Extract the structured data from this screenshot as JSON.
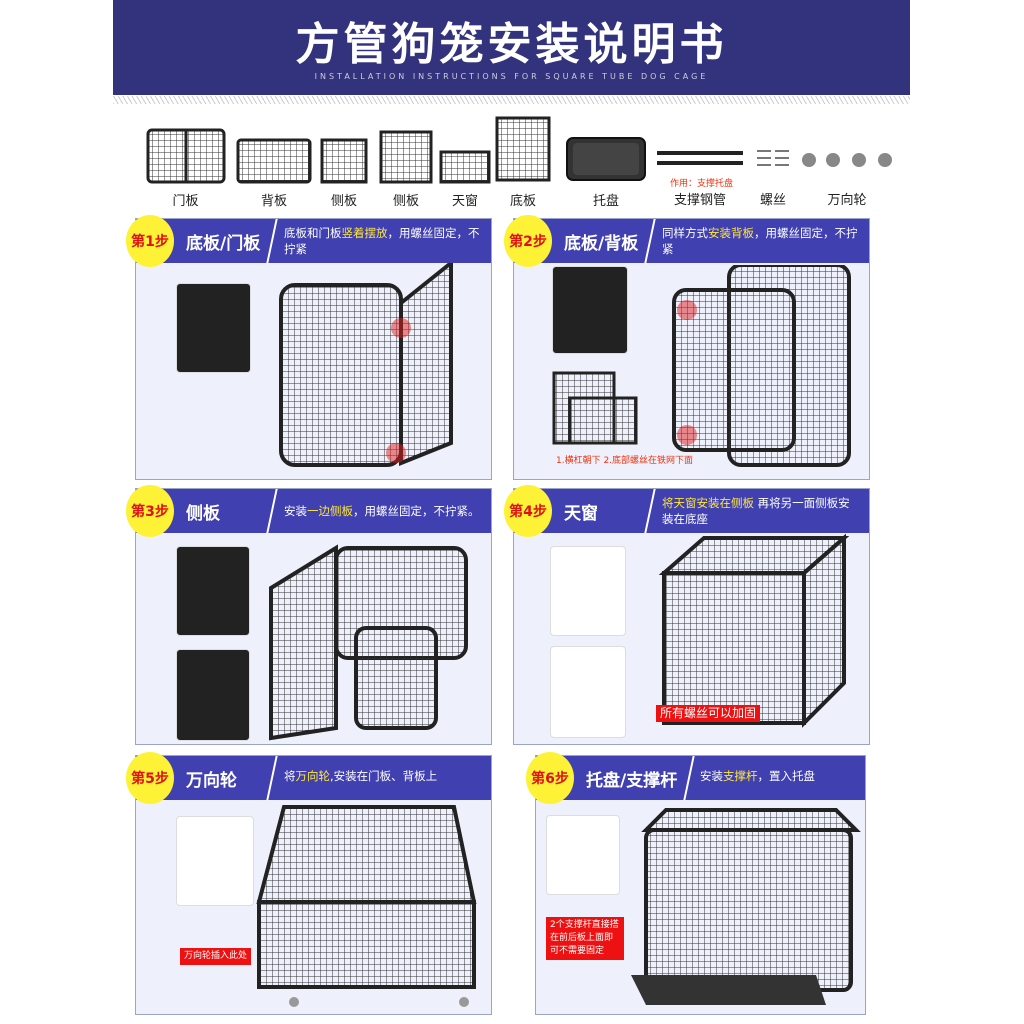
{
  "header": {
    "title": "方管狗笼安装说明书",
    "subtitle": "INSTALLATION INSTRUCTIONS FOR SQUARE TUBE DOG CAGE"
  },
  "parts": [
    {
      "label": "门板",
      "icon": "door-panel-icon"
    },
    {
      "label": "背板",
      "icon": "back-panel-icon"
    },
    {
      "label": "侧板",
      "icon": "side-panel-icon"
    },
    {
      "label": "侧板",
      "icon": "side-panel-icon"
    },
    {
      "label": "天窗",
      "icon": "skylight-panel-icon"
    },
    {
      "label": "底板",
      "icon": "bottom-panel-icon"
    },
    {
      "label": "托盘",
      "icon": "tray-icon"
    },
    {
      "label": "支撑钢管",
      "icon": "support-tube-icon",
      "note": "作用：支撑托盘"
    },
    {
      "label": "螺丝",
      "icon": "screws-icon"
    },
    {
      "label": "万向轮",
      "icon": "caster-wheel-icon"
    }
  ],
  "steps": [
    {
      "badge": "第1步",
      "name": "底板/门板",
      "desc_pre": "底板和门板",
      "desc_hl": "竖着摆放",
      "desc_post": "，用螺丝固定，不拧紧"
    },
    {
      "badge": "第2步",
      "name": "底板/背板",
      "desc_pre": "同样方式",
      "desc_hl": "安装背板",
      "desc_post": "，用螺丝固定，不拧紧",
      "note": "1.横杠朝下   2.底部螺丝在铁网下面"
    },
    {
      "badge": "第3步",
      "name": "侧板",
      "desc_pre": "安装",
      "desc_hl": "一边侧板",
      "desc_post": "，用螺丝固定，不拧紧。"
    },
    {
      "badge": "第4步",
      "name": "天窗",
      "desc_pre": "",
      "desc_hl": "将天窗安装在侧板",
      "desc_post": " 再将另一面侧板安装在底座",
      "note": "所有螺丝可以加固"
    },
    {
      "badge": "第5步",
      "name": "万向轮",
      "desc_pre": "将",
      "desc_hl": "万向轮",
      "desc_post": ",安装在门板、背板上",
      "note": "万向轮插入此处"
    },
    {
      "badge": "第6步",
      "name": "托盘/支撑杆",
      "desc_pre": "安装",
      "desc_hl": "支撑杆",
      "desc_post": "，置入托盘",
      "note": "2个支撑杆直接搭在前后板上面即可不需要固定"
    }
  ]
}
